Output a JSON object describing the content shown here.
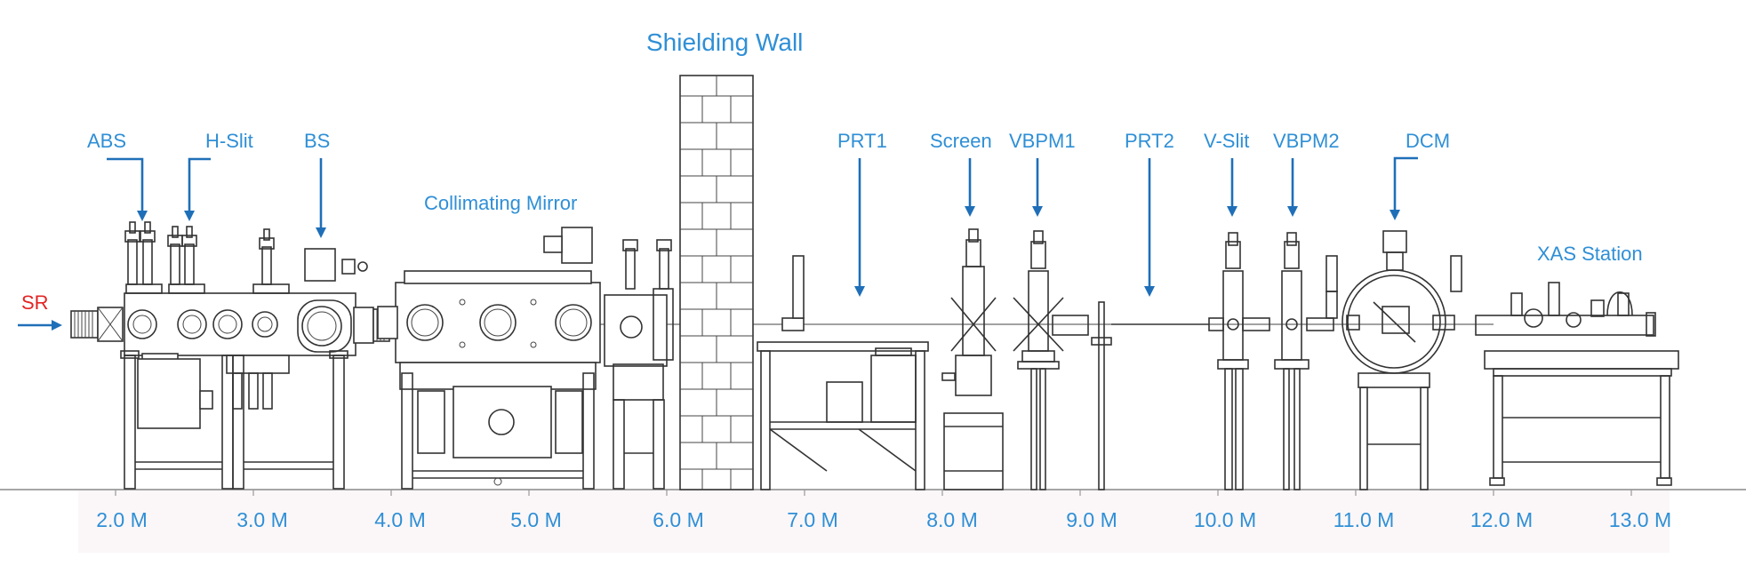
{
  "labels": {
    "sr": "SR",
    "abs": "ABS",
    "h_slit": "H-Slit",
    "bs": "BS",
    "collimating_mirror": "Collimating Mirror",
    "shielding_wall": "Shielding Wall",
    "prt1": "PRT1",
    "screen": "Screen",
    "vbpm1": "VBPM1",
    "prt2": "PRT2",
    "v_slit": "V-Slit",
    "vbpm2": "VBPM2",
    "dcm": "DCM",
    "xas_station": "XAS Station"
  },
  "axis_ticks": [
    "2.0 M",
    "3.0 M",
    "4.0 M",
    "5.0 M",
    "6.0 M",
    "7.0 M",
    "8.0 M",
    "9.0 M",
    "10.0 M",
    "11.0 M",
    "12.0 M",
    "13.0 M"
  ],
  "colors": {
    "label": "#2f8fd6",
    "arrow": "#1f6fb8",
    "sr": "#e32424",
    "drawing": "#333333",
    "axis_band": "#fbf7f8"
  }
}
